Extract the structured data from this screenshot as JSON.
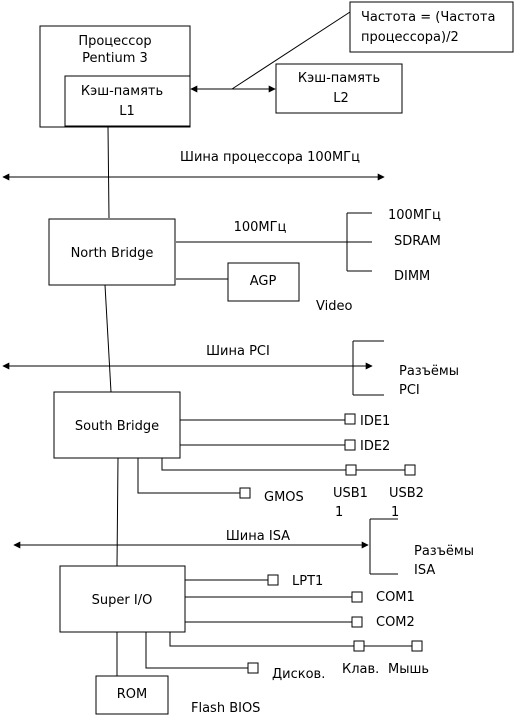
{
  "nodes": {
    "cpu": [
      "Процессор",
      "Pentium 3"
    ],
    "l1": [
      "Кэш-память",
      "L1"
    ],
    "l2": [
      "Кэш-память",
      "L2"
    ],
    "freq_note": [
      "Частота = (Частота",
      "процессора)/2"
    ],
    "north_bridge": "North Bridge",
    "agp": "AGP",
    "south_bridge": "South Bridge",
    "super_io": "Super I/O",
    "rom": "ROM"
  },
  "labels": {
    "cpu_bus": "Шина процессора 100МГц",
    "mem_bus": "100МГц",
    "sdram_freq": "100МГц",
    "sdram": "SDRAM",
    "dimm": "DIMM",
    "video": "Video",
    "pci_bus": "Шина PCI",
    "pci_slots": [
      "Разъёмы",
      "PCI"
    ],
    "ide1": "IDE1",
    "ide2": "IDE2",
    "gmos": "GMOS",
    "usb1": [
      "USB1",
      "1"
    ],
    "usb2": [
      "USB2",
      "1"
    ],
    "isa_bus": "Шина ISA",
    "isa_slots": [
      "Разъёмы",
      "ISA"
    ],
    "lpt1": "LPT1",
    "com1": "COM1",
    "com2": "COM2",
    "disk": "Дисков.",
    "kbd": "Клав.",
    "mouse": "Мышь",
    "flash_bios": "Flash BIOS"
  }
}
